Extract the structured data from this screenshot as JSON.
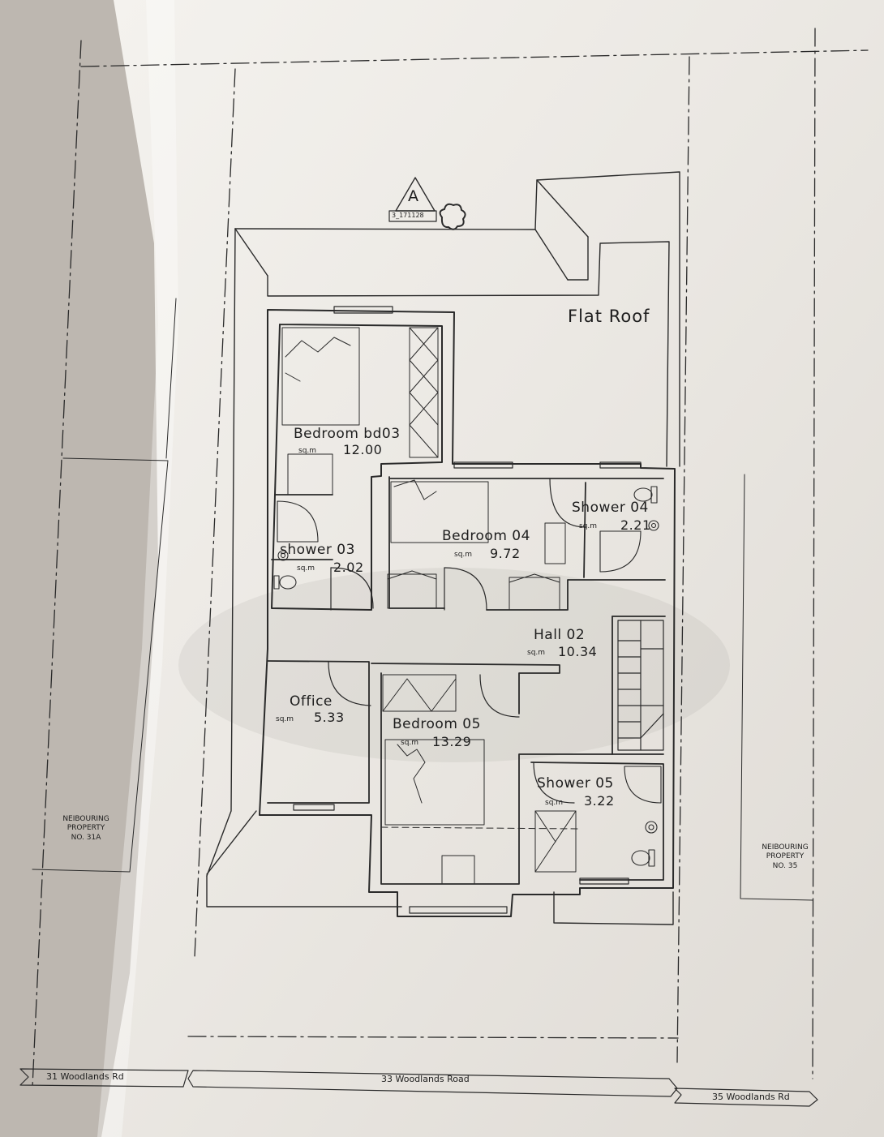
{
  "marker": {
    "letter": "A",
    "ref": "3_171128"
  },
  "flat_roof": "Flat Roof",
  "sqm_unit": "sq.m",
  "rooms": {
    "bedroom_bd03": {
      "name": "Bedroom bd03",
      "area": "12.00"
    },
    "bedroom_04": {
      "name": "Bedroom 04",
      "area": "9.72"
    },
    "shower_04": {
      "name": "Shower 04",
      "area": "2.21"
    },
    "shower_03": {
      "name": "shower 03",
      "area": "2.02"
    },
    "hall_02": {
      "name": "Hall 02",
      "area": "10.34"
    },
    "office": {
      "name": "Office",
      "area": "5.33"
    },
    "bedroom_05": {
      "name": "Bedroom 05",
      "area": "13.29"
    },
    "shower_05": {
      "name": "Shower 05",
      "area": "3.22"
    }
  },
  "neighbours": {
    "left": {
      "line1": "NEIBOURING",
      "line2": "PROPERTY",
      "line3": "NO. 31A"
    },
    "right": {
      "line1": "NEIBOURING",
      "line2": "PROPERTY",
      "line3": "NO. 35"
    }
  },
  "roads": {
    "left": "31 Woodlands Rd",
    "centre": "33 Woodlands Road",
    "right": "35 Woodlands Rd"
  },
  "colors": {
    "paper": "#f1efeb",
    "line": "#2a2a2a",
    "shadow": "#9e9a95"
  }
}
